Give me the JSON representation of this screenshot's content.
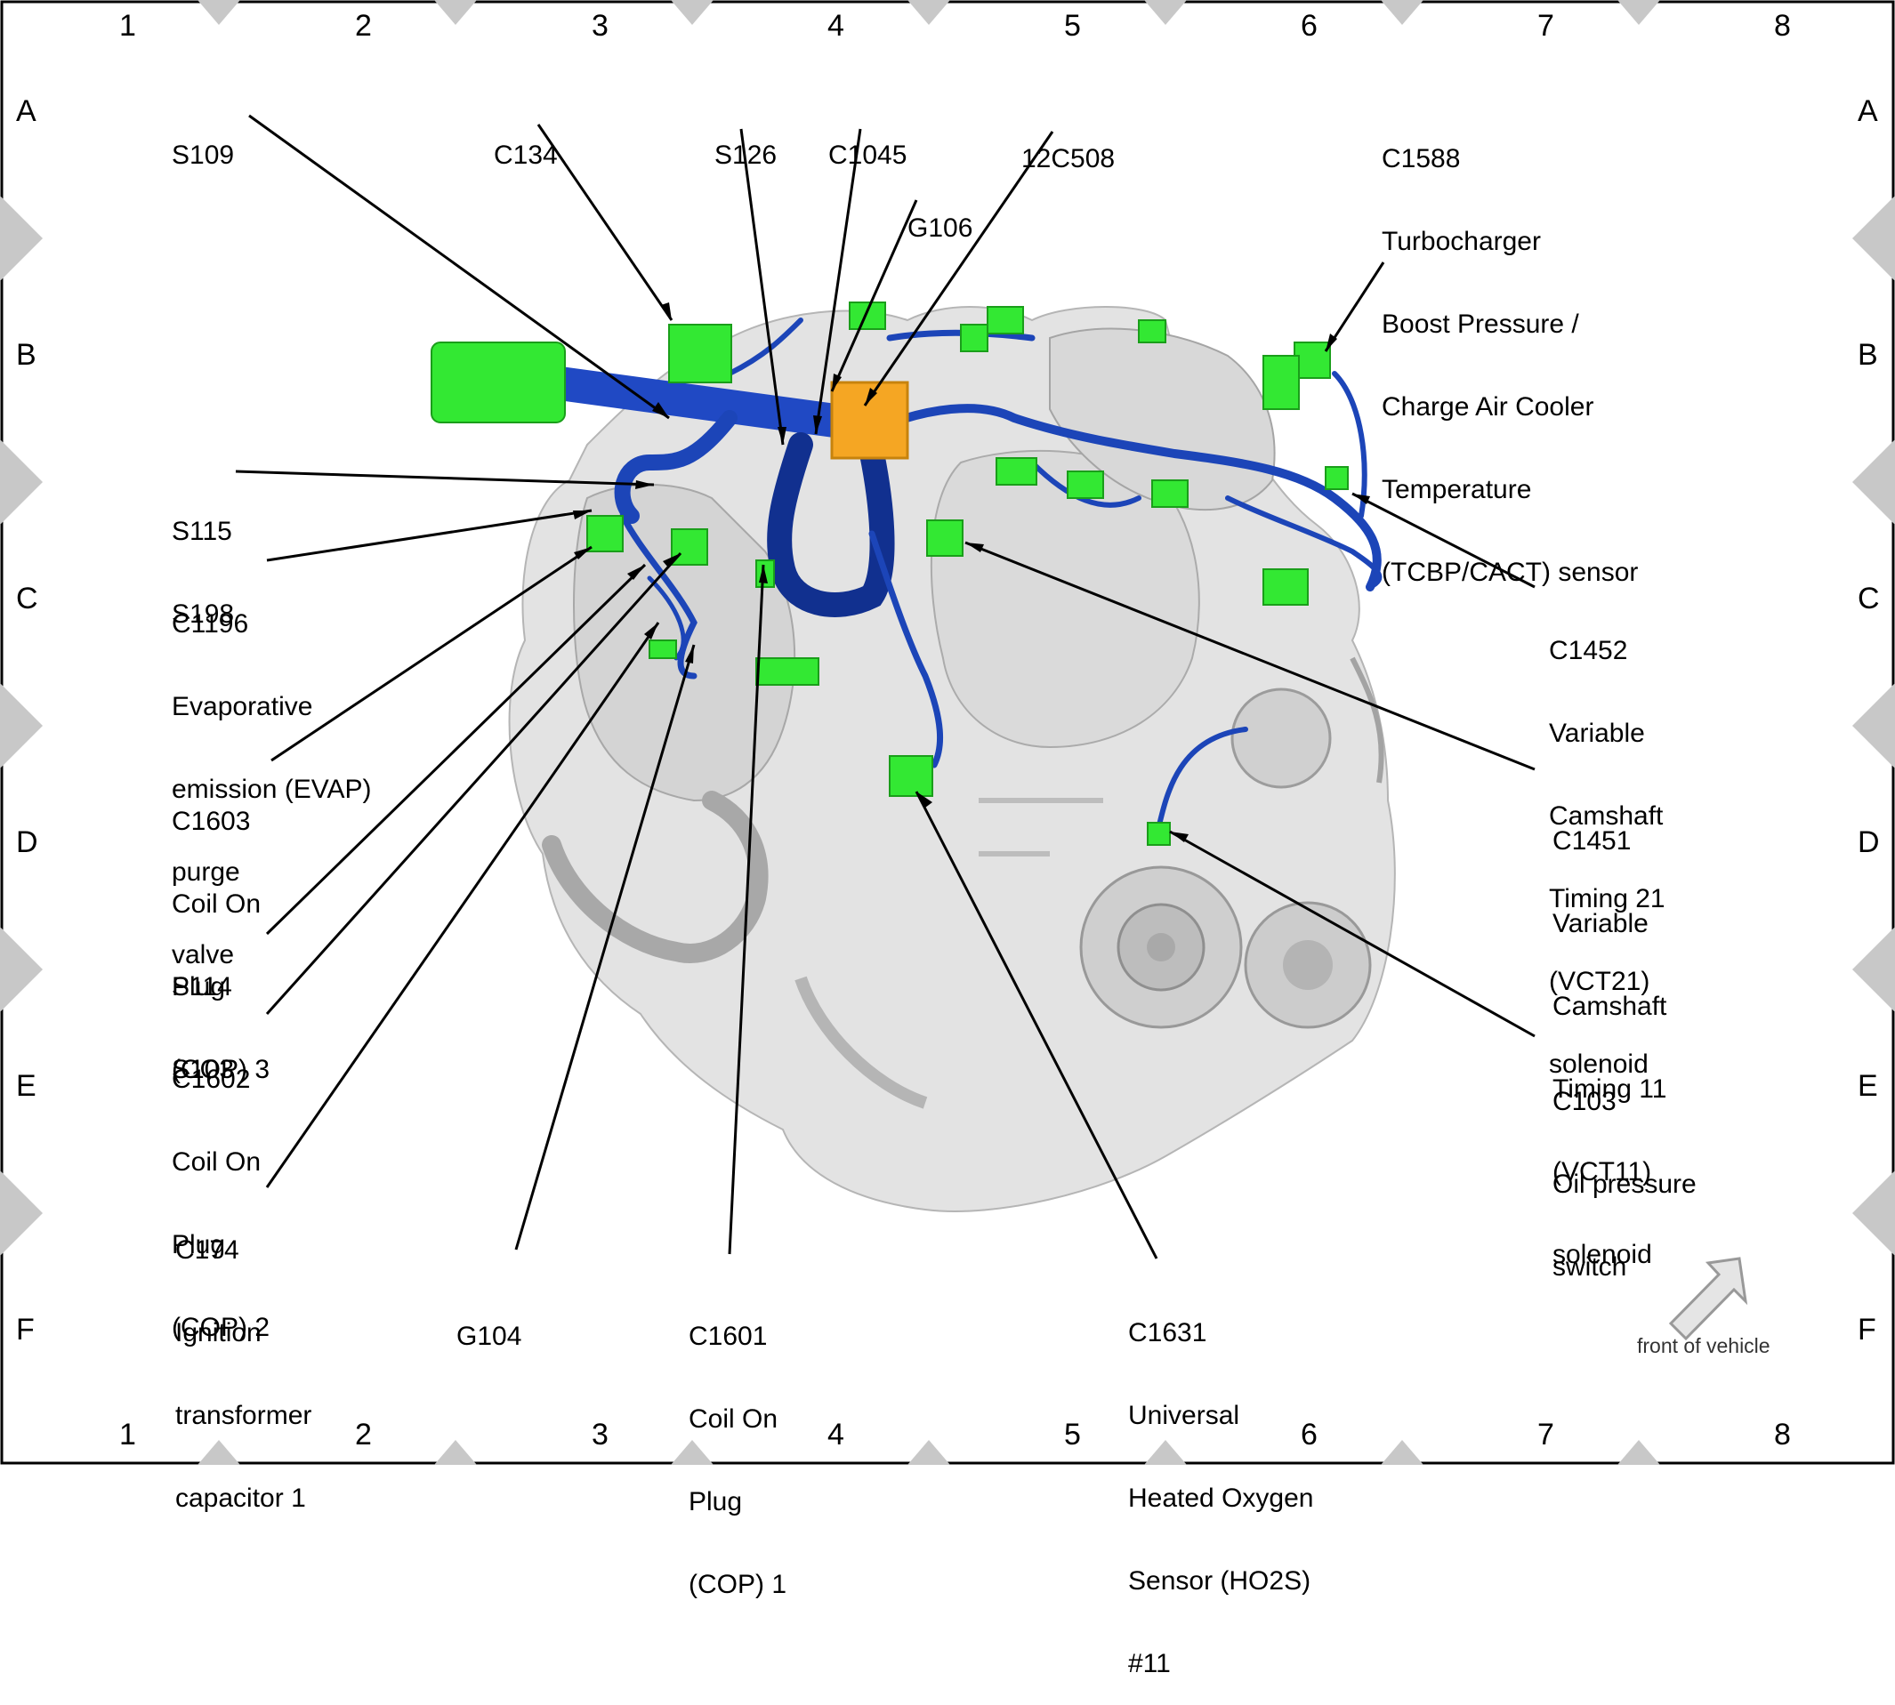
{
  "grid": {
    "columns": [
      "1",
      "2",
      "3",
      "4",
      "5",
      "6",
      "7",
      "8"
    ],
    "rows": [
      "A",
      "B",
      "C",
      "D",
      "E",
      "F"
    ]
  },
  "callouts": [
    {
      "id": "s109",
      "lines": [
        "S109"
      ]
    },
    {
      "id": "c134",
      "lines": [
        "C134"
      ]
    },
    {
      "id": "s126",
      "lines": [
        "S126"
      ]
    },
    {
      "id": "c1045",
      "lines": [
        "C1045"
      ]
    },
    {
      "id": "12c508",
      "lines": [
        "12C508"
      ]
    },
    {
      "id": "g106",
      "lines": [
        "G106"
      ]
    },
    {
      "id": "c1588",
      "lines": [
        "C1588",
        "Turbocharger",
        "Boost Pressure /",
        "Charge Air Cooler",
        "Temperature",
        "(TCBP/CACT) sensor"
      ]
    },
    {
      "id": "s115",
      "lines": [
        "S115",
        "S198"
      ]
    },
    {
      "id": "c1196",
      "lines": [
        "C1196",
        "Evaporative",
        "emission (EVAP)",
        "purge",
        "valve"
      ]
    },
    {
      "id": "c1603",
      "lines": [
        "C1603",
        "Coil On",
        "Plug",
        "(COP) 3"
      ]
    },
    {
      "id": "s114",
      "lines": [
        "S114",
        "S103"
      ]
    },
    {
      "id": "c1602",
      "lines": [
        "C1602",
        "Coil On",
        "Plug",
        "(COP) 2"
      ]
    },
    {
      "id": "c174",
      "lines": [
        "C174",
        "Ignition",
        "transformer",
        "capacitor 1"
      ]
    },
    {
      "id": "g104",
      "lines": [
        "G104"
      ]
    },
    {
      "id": "c1601",
      "lines": [
        "C1601",
        "Coil On",
        "Plug",
        "(COP) 1"
      ]
    },
    {
      "id": "c1631",
      "lines": [
        "C1631",
        "Universal",
        "Heated Oxygen",
        "Sensor (HO2S)",
        "#11"
      ]
    },
    {
      "id": "c1452",
      "lines": [
        "C1452",
        "Variable",
        "Camshaft",
        "Timing 21",
        "(VCT21)",
        "solenoid"
      ]
    },
    {
      "id": "c1451",
      "lines": [
        "C1451",
        "Variable",
        "Camshaft",
        "Timing 11",
        "(VCT11)",
        "solenoid"
      ]
    },
    {
      "id": "c103",
      "lines": [
        "C103",
        "Oil pressure",
        "switch"
      ]
    }
  ],
  "front_of_vehicle": "front of vehicle",
  "colors": {
    "connector": "#33e833",
    "harness": "#1c45b8",
    "ground_block": "#f5a623",
    "engine": "#d8d8d8",
    "border_diamond": "#c8c8c8"
  }
}
